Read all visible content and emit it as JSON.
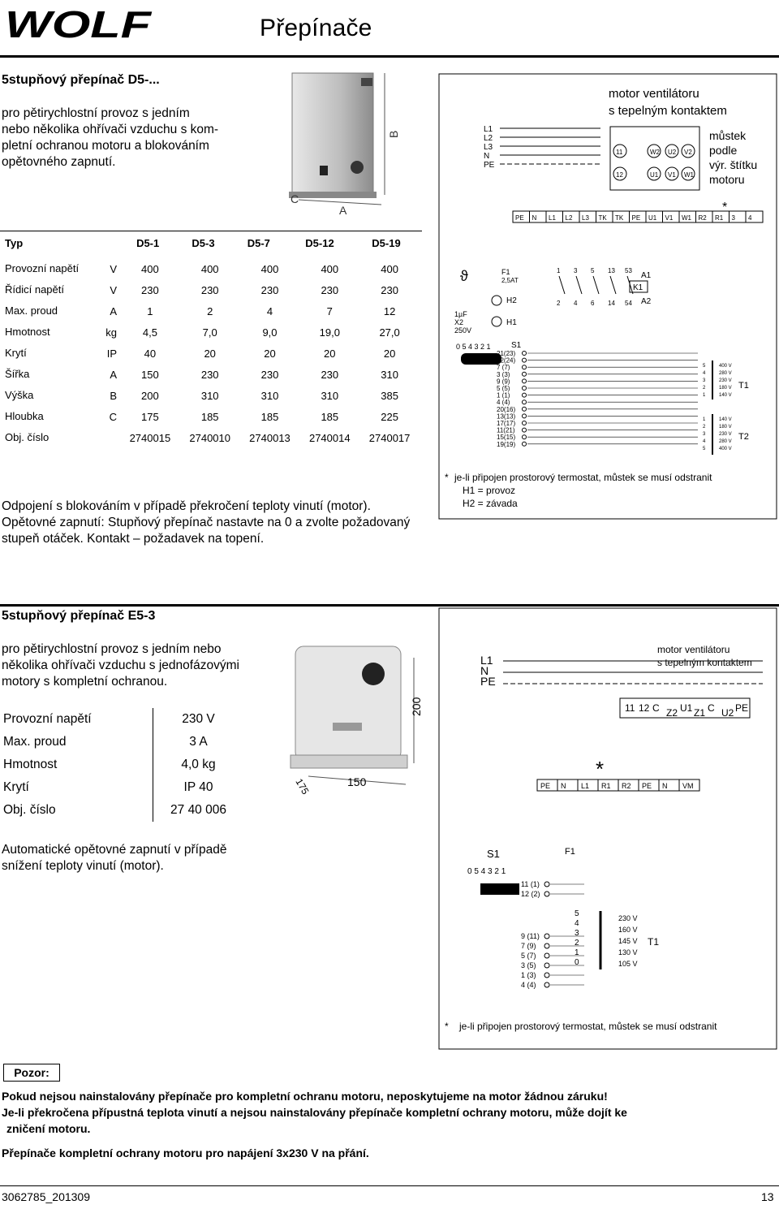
{
  "header": {
    "logo_text": "WOLF",
    "title": "Přepínače"
  },
  "section1": {
    "title": "5stupňový přepínač D5-...",
    "description": [
      "pro pětirychlostní provoz s jedním",
      "nebo několika ohřívači vzduchu s kom-",
      "pletní ochranou motoru a blokováním",
      "opětovného zapnutí."
    ],
    "photo_dims": {
      "b": "B",
      "a": "A",
      "c": "C"
    },
    "table": {
      "header": [
        "Typ",
        "",
        "D5-1",
        "D5-3",
        "D5-7",
        "D5-12",
        "D5-19"
      ],
      "rows": [
        [
          "Provozní napětí",
          "V",
          "400",
          "400",
          "400",
          "400",
          "400"
        ],
        [
          "Řídicí napětí",
          "V",
          "230",
          "230",
          "230",
          "230",
          "230"
        ],
        [
          "Max. proud",
          "A",
          "1",
          "2",
          "4",
          "7",
          "12"
        ],
        [
          "Hmotnost",
          "kg",
          "4,5",
          "7,0",
          "9,0",
          "19,0",
          "27,0"
        ],
        [
          "Krytí",
          "IP",
          "40",
          "20",
          "20",
          "20",
          "20"
        ],
        [
          "Šířka",
          "A",
          "150",
          "230",
          "230",
          "230",
          "310"
        ],
        [
          "Výška",
          "B",
          "200",
          "310",
          "310",
          "310",
          "385"
        ],
        [
          "Hloubka",
          "C",
          "175",
          "185",
          "185",
          "185",
          "225"
        ],
        [
          "Obj. číslo",
          "",
          "2740015",
          "2740010",
          "2740013",
          "2740014",
          "2740017"
        ]
      ]
    },
    "after_text": [
      "Odpojení s blokováním v případě překročení teploty vinutí (motor).",
      "Opětovné zapnutí: Stupňový přepínač nastavte na 0 a zvolte požadovaný",
      "stupeň otáček. Kontakt – požadavek na topení."
    ],
    "diagram": {
      "motor_label_1": "motor ventilátoru",
      "motor_label_2": "s tepelným kontaktem",
      "bridge_1": "můstek",
      "bridge_2": "podle",
      "bridge_3": "výr. štítku",
      "bridge_4": "motoru",
      "lines": [
        "L1",
        "L2",
        "L3",
        "N",
        "PE"
      ],
      "motor_terminals_top": [
        "11",
        "W2",
        "U2",
        "V2"
      ],
      "motor_terminals_bottom": [
        "12",
        "U1",
        "V1",
        "W1"
      ],
      "terminal_strip": [
        "PE",
        "N",
        "L1",
        "L2",
        "L3",
        "TK",
        "TK",
        "PE",
        "U1",
        "V1",
        "W1",
        "R2",
        "R1",
        "3",
        "4"
      ],
      "star": "*",
      "theta": "ϑ",
      "f1": "F1",
      "f1_rating": "2,5AT",
      "h2": "H2",
      "h1": "H1",
      "cap": [
        "1µF",
        "X2",
        "250V"
      ],
      "s1_positions": "0 5 4 3 2 1",
      "s1": "S1",
      "s1_contacts": [
        "21(23)",
        "22(24)",
        "7 (7)",
        "3 (3)",
        "9 (9)",
        "5 (5)",
        "1 (1)",
        "4 (4)",
        "20(16)",
        "13(13)",
        "17(17)",
        "11(21)",
        "15(15)",
        "19(19)"
      ],
      "k1_top": [
        "1",
        "3",
        "5",
        "13",
        "53"
      ],
      "k1_bottom": [
        "2",
        "4",
        "6",
        "14",
        "54"
      ],
      "a1": "A1",
      "k1": "K1",
      "a2": "A2",
      "t1_taps": [
        "5",
        "4",
        "3",
        "2",
        "1"
      ],
      "t1_volts": [
        "400 V",
        "280 V",
        "230 V",
        "180 V",
        "140 V"
      ],
      "t1": "T1",
      "t2_taps": [
        "1",
        "2",
        "3",
        "4",
        "5"
      ],
      "t2_volts": [
        "140 V",
        "180 V",
        "230 V",
        "280 V",
        "400 V"
      ],
      "t2": "T2",
      "note_star": "*",
      "note_1": "je-li připojen prostorový termostat, můstek se musí odstranit",
      "note_2": "H1 = provoz",
      "note_3": "H2 = závada"
    }
  },
  "section2": {
    "title": "5stupňový přepínač E5-3",
    "description": [
      "pro pětirychlostní provoz s jedním nebo",
      "několika ohřívači vzduchu s jednofázovými",
      "motory  s kompletní ochranou."
    ],
    "photo_dims": {
      "height": "200",
      "width": "150",
      "depth": "175"
    },
    "specs": [
      [
        "Provozní napětí",
        "230 V"
      ],
      [
        "Max. proud",
        "3 A"
      ],
      [
        "Hmotnost",
        "4,0 kg"
      ],
      [
        "Krytí",
        "IP 40"
      ],
      [
        "Obj. číslo",
        "27 40 006"
      ]
    ],
    "after_text": [
      "Automatické opětovné zapnutí v případě",
      "snížení teploty vinutí (motor)."
    ],
    "diagram": {
      "lines": [
        "L1",
        "N",
        "PE"
      ],
      "motor_label_1": "motor ventilátoru",
      "motor_label_2": "s tepelným kontaktem",
      "motor_terminals": [
        "11",
        "12",
        "C",
        "Z2",
        "U1",
        "Z1",
        "C",
        "U2",
        "PE"
      ],
      "star": "*",
      "terminal_strip": [
        "PE",
        "N",
        "L1",
        "R1",
        "R2",
        "PE",
        "N",
        "VM"
      ],
      "s1": "S1",
      "f1": "F1",
      "s1_positions": "0 5 4 3 2 1",
      "s1_contacts": [
        "11 (1)",
        "12 (2)",
        "9 (11)",
        "7 (9)",
        "5 (7)",
        "3 (5)",
        "1 (3)",
        "4 (4)"
      ],
      "t1_taps": [
        "5",
        "4",
        "3",
        "2",
        "1",
        "0"
      ],
      "t1_volts": [
        "230 V",
        "160 V",
        "145 V",
        "130 V",
        "105 V"
      ],
      "t1": "T1",
      "note_star": "*",
      "note": "je-li připojen prostorový termostat, můstek se musí odstranit"
    }
  },
  "warning": {
    "label": "Pozor:",
    "line1": "Pokud nejsou nainstalovány přepínače pro kompletní ochranu motoru, neposkytujeme na motor žádnou záruku!",
    "line2": "Je-li překročena přípustná teplota vinutí a nejsou nainstalovány přepínače kompletní ochrany motoru, může dojít ke",
    "line3": "zničení motoru.",
    "line4": "Přepínače kompletní ochrany motoru pro napájení 3x230 V na přání."
  },
  "footer": {
    "doc_number": "3062785_201309",
    "page_number": "13"
  }
}
